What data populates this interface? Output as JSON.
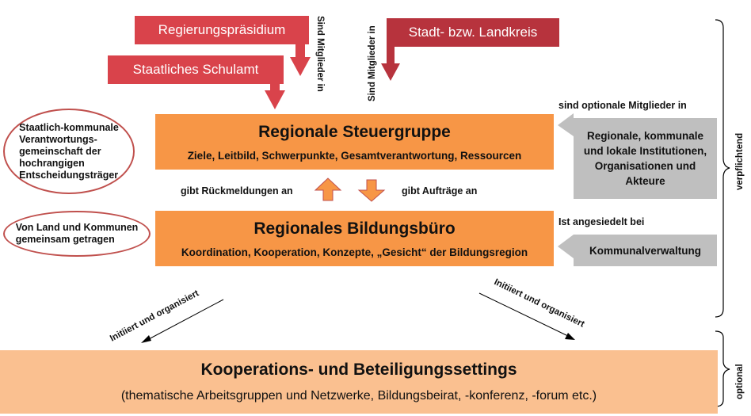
{
  "top_boxes": {
    "regierungspraesidium": "Regierungspräsidium",
    "schulamt": "Staatliches Schulamt",
    "stadt_landkreis": "Stadt- bzw. Landkreis"
  },
  "vertical_labels": {
    "sind_mitglieder_1": "Sind Mitglieder in",
    "sind_mitglieder_2": "Sind Mitglieder in",
    "verpflichtend": "verpflichtend",
    "optional": "optional"
  },
  "steuergruppe": {
    "title": "Regionale Steuergruppe",
    "subtitle": "Ziele, Leitbild, Schwerpunkte, Gesamtverantwortung, Ressourcen"
  },
  "bildungsbuero": {
    "title": "Regionales Bildungsbüro",
    "subtitle": "Koordination, Kooperation, Konzepte, „Gesicht“ der Bildungsregion"
  },
  "kooperation": {
    "title": "Kooperations- und Beteiligungssettings",
    "subtitle": "(thematische Arbeitsgruppen und Netzwerke, Bildungsbeirat, -konferenz, -forum etc.)"
  },
  "ovals": {
    "verantwortung": "Staatlich-kommunale\nVerantwortungs-\ngemeinschaft der\nhochrangigen\nEntscheidungsträger",
    "getragen": "Von Land und Kommunen\ngemeinsam getragen"
  },
  "labels": {
    "rueckmeldungen": "gibt Rückmeldungen an",
    "auftraege": "gibt Aufträge an",
    "optionale_mitglieder": "sind optionale Mitglieder in",
    "angesiedelt": "Ist angesiedelt bei",
    "initiiert_left": "Initiiert und organisiert",
    "initiiert_right": "Initiiert und organisiert"
  },
  "right_boxes": {
    "institutionen": "Regionale, kommunale und lokale Institutionen, Organisationen und Akteure",
    "kommunalverwaltung": "Kommunalverwaltung"
  },
  "colors": {
    "orange": "#F79646",
    "peach": "#FAC090",
    "gray": "#BFBFBF",
    "red": "#D9434B",
    "dark_red": "#B7333D",
    "oval_border": "#C0504D"
  }
}
